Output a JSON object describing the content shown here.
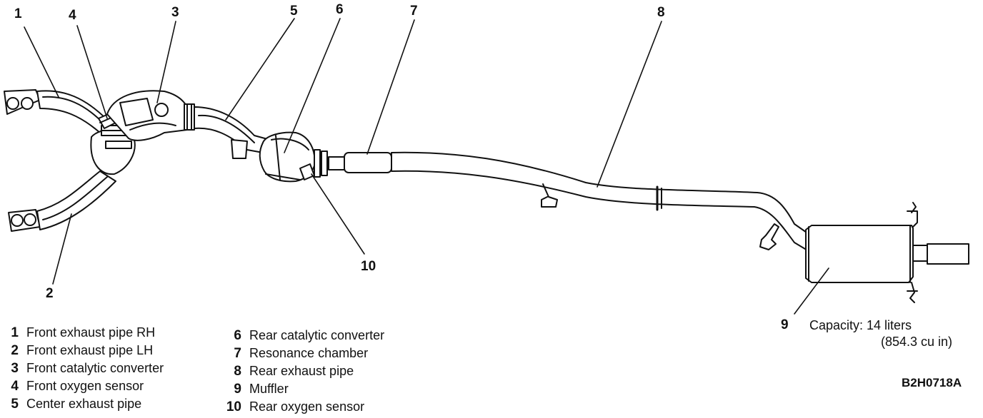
{
  "callouts": [
    "1",
    "2",
    "3",
    "4",
    "5",
    "6",
    "7",
    "8",
    "9",
    "10"
  ],
  "legend": [
    {
      "num": "1",
      "label": "Front exhaust pipe RH"
    },
    {
      "num": "2",
      "label": "Front exhaust pipe LH"
    },
    {
      "num": "3",
      "label": "Front catalytic converter"
    },
    {
      "num": "4",
      "label": "Front oxygen sensor"
    },
    {
      "num": "5",
      "label": "Center exhaust pipe"
    },
    {
      "num": "6",
      "label": "Rear catalytic converter"
    },
    {
      "num": "7",
      "label": "Resonance chamber"
    },
    {
      "num": "8",
      "label": "Rear exhaust pipe"
    },
    {
      "num": "9",
      "label": "Muffler"
    },
    {
      "num": "10",
      "label": "Rear oxygen sensor"
    }
  ],
  "capacity": {
    "line1": "Capacity: 14 liters",
    "line2": "(854.3 cu in)"
  },
  "figure_id": "B2H0718A"
}
